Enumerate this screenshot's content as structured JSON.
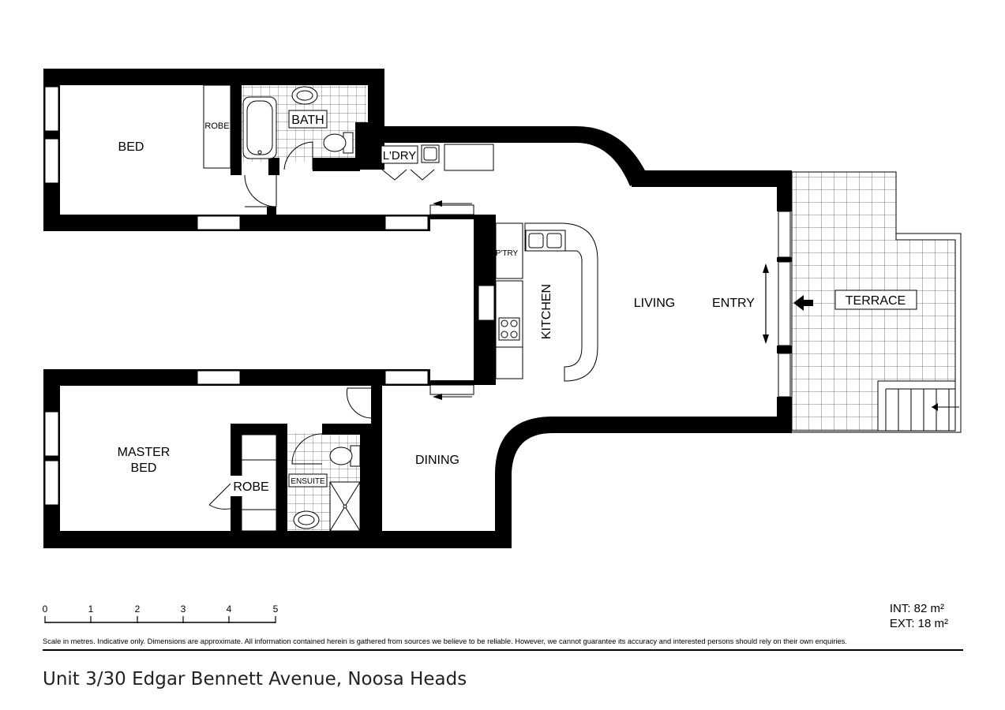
{
  "rooms": {
    "bed": "BED",
    "robe_small": "ROBE",
    "bath": "BATH",
    "laundry": "L'DRY",
    "pantry": "P'TRY",
    "kitchen": "KITCHEN",
    "living": "LIVING",
    "entry": "ENTRY",
    "terrace": "TERRACE",
    "master_bed_line1": "MASTER",
    "master_bed_line2": "BED",
    "robe_master": "ROBE",
    "ensuite": "ENSUITE",
    "dining": "DINING"
  },
  "scale": {
    "ticks": [
      "0",
      "1",
      "2",
      "3",
      "4",
      "5"
    ]
  },
  "areas": {
    "internal": "INT: 82 m²",
    "external": "EXT: 18 m²"
  },
  "disclaimer": "Scale in metres. Indicative only. Dimensions are approximate. All information contained herein is gathered from sources we believe to be reliable. However, we cannot guarantee its accuracy and interested persons should rely on their own enquiries.",
  "address": "Unit 3/30 Edgar Bennett Avenue, Noosa Heads"
}
